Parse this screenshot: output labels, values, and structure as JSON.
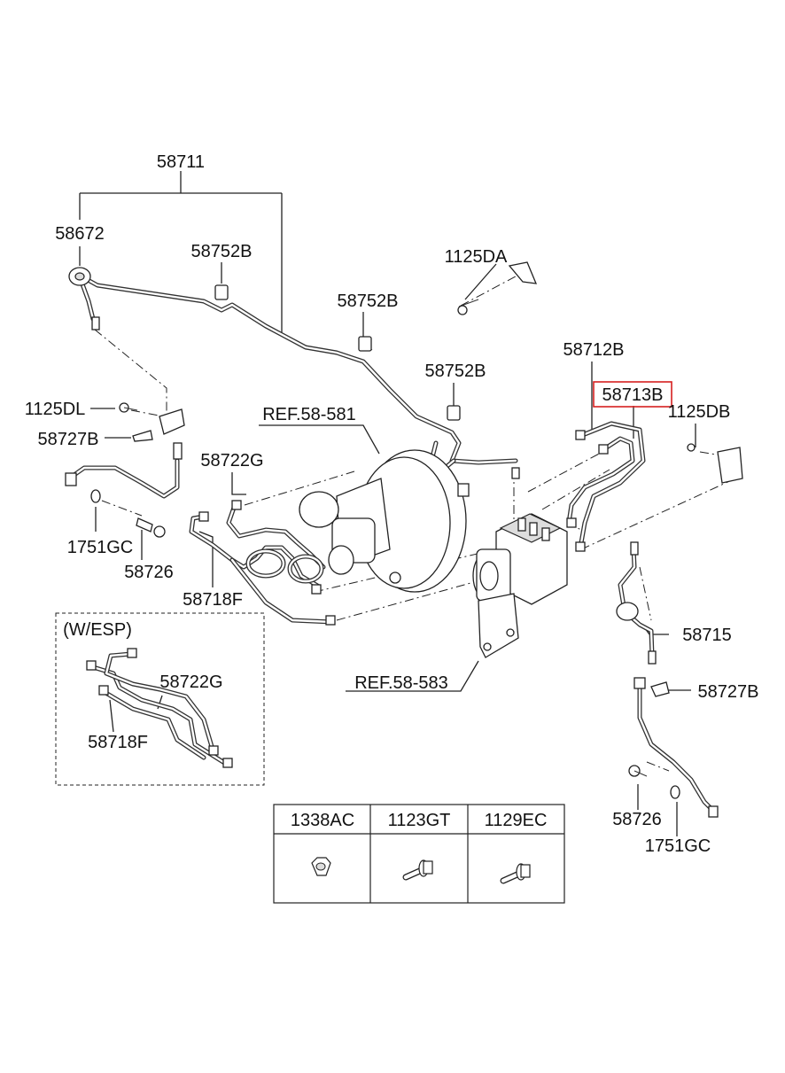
{
  "labels": {
    "l58711": "58711",
    "l58672": "58672",
    "l58752b_1": "58752B",
    "l1125da": "1125DA",
    "l58752b_2": "58752B",
    "l58712b": "58712B",
    "l58752b_3": "58752B",
    "l58713b": "58713B",
    "l1125dl": "1125DL",
    "lref581": "REF.58-581",
    "l1125db": "1125DB",
    "l58727b_1": "58727B",
    "l58722g_1": "58722G",
    "l1751gc_1": "1751GC",
    "l58726_1": "58726",
    "l58718f_1": "58718F",
    "lwesp": "(W/ESP)",
    "l58715": "58715",
    "l58722g_2": "58722G",
    "lref583": "REF.58-583",
    "l58727b_2": "58727B",
    "l58718f_2": "58718F",
    "l58726_2": "58726",
    "l1751gc_2": "1751GC"
  },
  "highlight_color": "#d62020",
  "fastener_table": {
    "headers": [
      "1338AC",
      "1123GT",
      "1129EC"
    ],
    "icons": [
      "nut-icon",
      "flange-bolt-icon",
      "flange-bolt-icon"
    ]
  }
}
